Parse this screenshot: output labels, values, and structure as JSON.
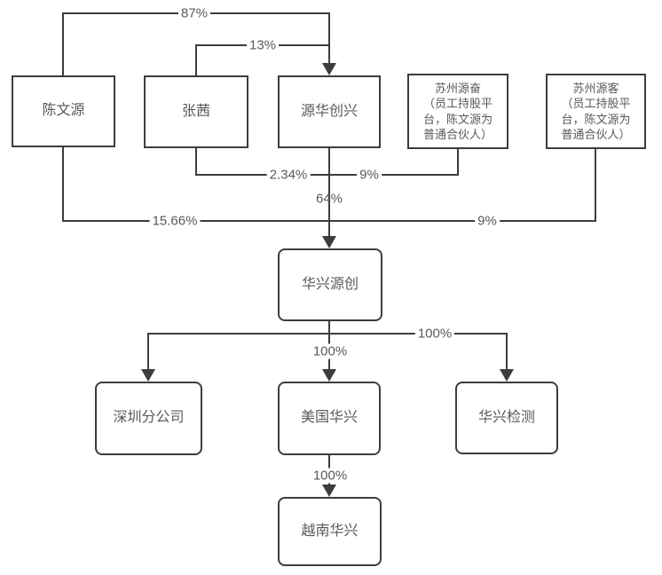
{
  "diagram": {
    "type": "equity-ownership-structure",
    "colors": {
      "line": "#3d3d3d",
      "text": "#595959",
      "background": "#ffffff"
    },
    "nodes": {
      "chen_wenyuan": {
        "label": "陈文源"
      },
      "zhang_qian": {
        "label": "张茜"
      },
      "yuanhua_chuangxing": {
        "label": "源华创兴"
      },
      "suzhou_yuanfen": {
        "lines": [
          "苏州源奋",
          "（员工持股平",
          "台，陈文源为",
          "普通合伙人）"
        ]
      },
      "suzhou_yuanke": {
        "lines": [
          "苏州源客",
          "（员工持股平",
          "台，陈文源为",
          "普通合伙人）"
        ]
      },
      "huaxing_yuanchuang": {
        "label": "华兴源创"
      },
      "shenzhen_branch": {
        "label": "深圳分公司"
      },
      "meiguo_huaxing": {
        "label": "美国华兴"
      },
      "huaxing_jiance": {
        "label": "华兴检测"
      },
      "yuenan_huaxing": {
        "label": "越南华兴"
      }
    },
    "edges": [
      {
        "from": "陈文源",
        "to": "源华创兴",
        "label": "87%"
      },
      {
        "from": "张茜",
        "to": "源华创兴",
        "label": "13%"
      },
      {
        "from": "张茜",
        "to": "华兴源创",
        "label": "2.34%"
      },
      {
        "from": "苏州源奋",
        "to": "华兴源创",
        "label": "9%"
      },
      {
        "from": "源华创兴",
        "to": "华兴源创",
        "label": "64%"
      },
      {
        "from": "陈文源",
        "to": "华兴源创",
        "label": "15.66%"
      },
      {
        "from": "苏州源客",
        "to": "华兴源创",
        "label": "9%"
      },
      {
        "from": "华兴源创",
        "to": "深圳分公司",
        "label": ""
      },
      {
        "from": "华兴源创",
        "to": "美国华兴",
        "label": "100%"
      },
      {
        "from": "华兴源创",
        "to": "华兴检测",
        "label": "100%"
      },
      {
        "from": "美国华兴",
        "to": "越南华兴",
        "label": "100%"
      }
    ]
  }
}
